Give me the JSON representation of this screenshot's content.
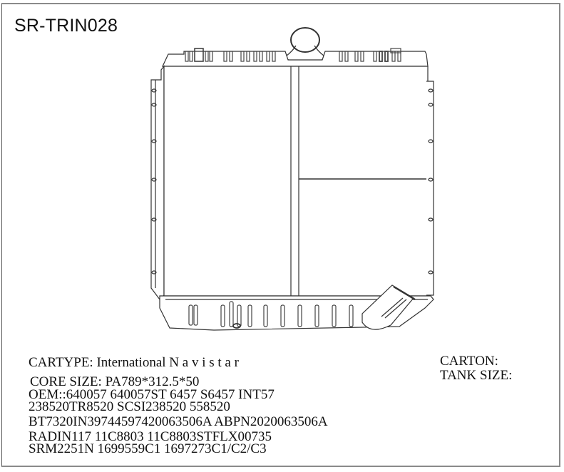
{
  "document": {
    "part_number": "SR-TRIN028",
    "drawing": {
      "subject": "radiator-technical-drawing",
      "description": "Line drawing of radiator with top tank, filler neck, two side brackets, split core and bottom tank with outlet pipe"
    },
    "specs": {
      "cartype_label": "CARTYPE:",
      "cartype_value_prefix": "International",
      "cartype_value_spaced": "N a v i s t a r",
      "core_size_label": "CORE SIZE:",
      "core_size_value": "PA789*312.5*50",
      "oem_lines": [
        "OEM::640057 640057ST 6457 S6457 INT57",
        "238520TR8520 SCSI238520 558520",
        "BT7320IN39744597420063506A ABPN2020063506A",
        "RADIN117 11C8803 11C8803STFLX00735",
        "SRM2251N 1699559C1 1697273C1/C2/C3"
      ],
      "carton_label": "CARTON:",
      "carton_value": "",
      "tank_size_label": "TANK SIZE:",
      "tank_size_value": ""
    }
  }
}
